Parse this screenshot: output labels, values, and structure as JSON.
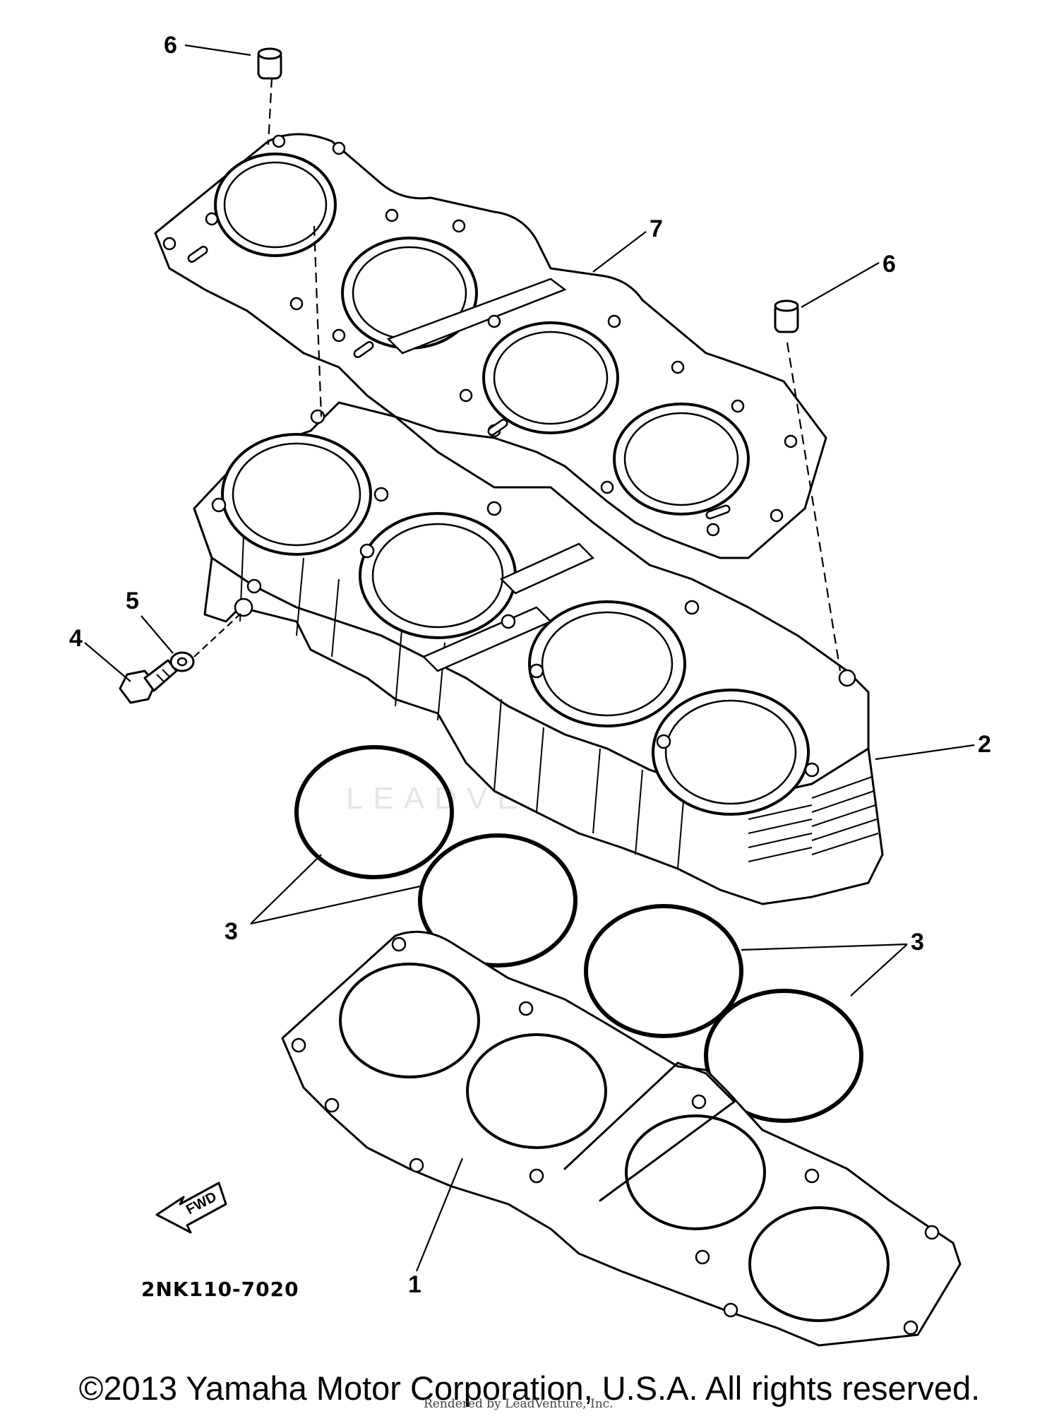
{
  "diagram": {
    "drawing_code": "2NK110-7020",
    "watermark": "LEADVENTURE",
    "fwd_label": "FWD",
    "callouts": [
      {
        "id": "1",
        "label": "1",
        "part": "cylinder-base-gasket"
      },
      {
        "id": "2",
        "label": "2",
        "part": "cylinder-block"
      },
      {
        "id": "3a",
        "label": "3",
        "part": "o-ring"
      },
      {
        "id": "3b",
        "label": "3",
        "part": "o-ring"
      },
      {
        "id": "4",
        "label": "4",
        "part": "bolt"
      },
      {
        "id": "5",
        "label": "5",
        "part": "washer"
      },
      {
        "id": "6a",
        "label": "6",
        "part": "dowel-pin"
      },
      {
        "id": "6b",
        "label": "6",
        "part": "dowel-pin"
      },
      {
        "id": "7",
        "label": "7",
        "part": "cylinder-head-gasket"
      }
    ]
  },
  "footer": {
    "copyright": "©2013 Yamaha Motor Corporation, U.S.A. All rights reserved.",
    "rendered_by": "Rendered by LeadVenture, Inc."
  }
}
